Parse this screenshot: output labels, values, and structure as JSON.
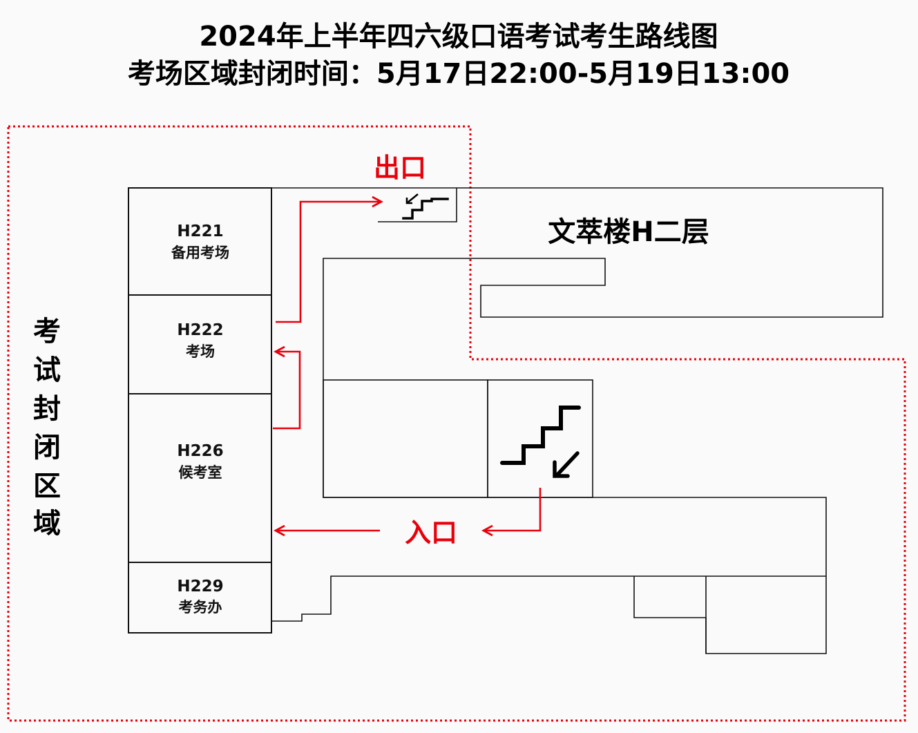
{
  "title": {
    "line1": "2024年上半年四六级口语考试考生路线图",
    "line2": "考场区域封闭时间：5月17日22:00-5月19日13:00"
  },
  "building_label": "文萃楼H二层",
  "rooms": [
    {
      "code": "H221",
      "name": "备用考场"
    },
    {
      "code": "H222",
      "name": "考场"
    },
    {
      "code": "H226",
      "name": "候考室"
    },
    {
      "code": "H229",
      "name": "考务办"
    }
  ],
  "exit_label": "出口",
  "entrance_label": "入口",
  "closed_zone_chars": [
    "考",
    "试",
    "封",
    "闭",
    "区",
    "域"
  ],
  "colors": {
    "route": "#e8000b",
    "walls": "#111111",
    "background": "#fafafa"
  },
  "icons": {
    "exit_stairs": "stairs-down-icon",
    "entrance_stairs": "stairs-down-icon"
  }
}
